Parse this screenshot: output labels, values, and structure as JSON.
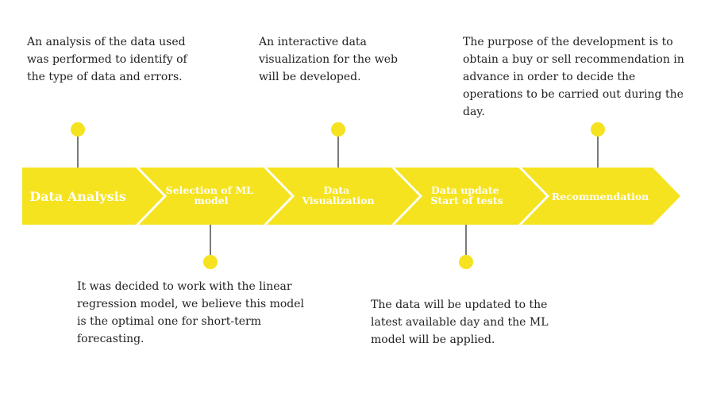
{
  "colors": {
    "accent": "#F5E31F",
    "text": "#222222",
    "connector": "#333333",
    "label": "#ffffff"
  },
  "stages": [
    {
      "label_lines": [
        "Data Analysis"
      ]
    },
    {
      "label_lines": [
        "Selection of ML",
        "model"
      ]
    },
    {
      "label_lines": [
        "Data",
        "Visualization"
      ]
    },
    {
      "label_lines": [
        "Data update",
        "Start of tests"
      ]
    },
    {
      "label_lines": [
        "Recommendation"
      ]
    }
  ],
  "notes": {
    "analysis": "An analysis of the data used was performed to identify of the type of data and errors.",
    "visualization": "An interactive data visualization for the web will be developed.",
    "recommendation": "The purpose of the development is to obtain a buy or sell recommendation in advance in order to decide the operations to be carried out during the day.",
    "model": "It was decided to work with the linear regression model, we believe this model is the optimal one for short-term forecasting.",
    "update": "The data will be updated to the latest available day and the ML model will be applied."
  }
}
